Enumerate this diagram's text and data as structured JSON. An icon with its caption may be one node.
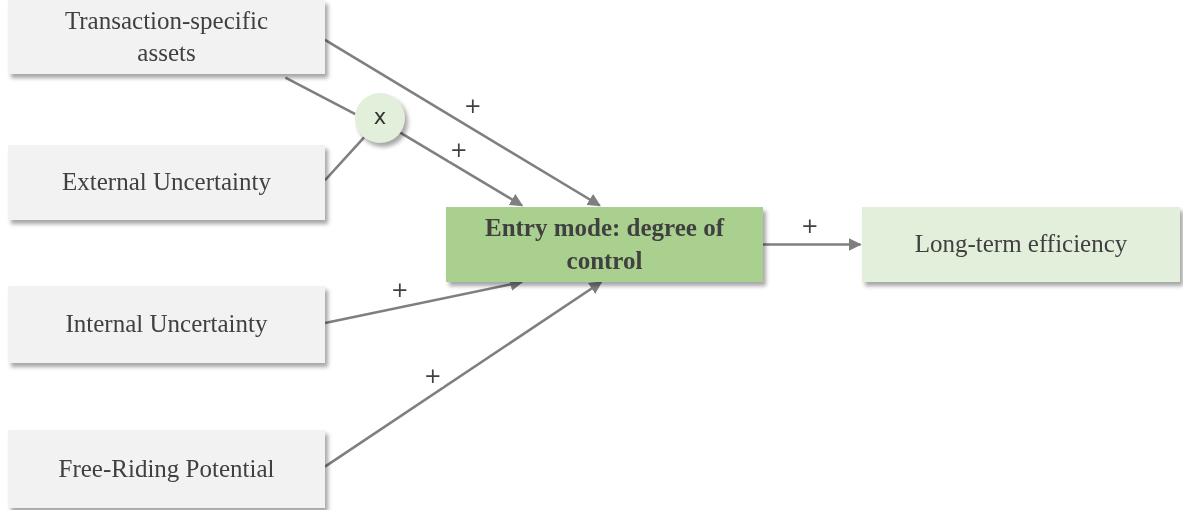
{
  "diagram": {
    "nodes": [
      {
        "text": [
          "Transaction-specific assets"
        ]
      },
      {
        "text": [
          "External Uncertainty"
        ]
      },
      {
        "text": [
          "x"
        ]
      },
      {
        "text": [
          "Entry mode: degree of control"
        ]
      },
      {
        "text": [
          "Long-term efficiency"
        ]
      },
      {
        "text": [
          "Internal Uncertainty"
        ]
      },
      {
        "text": [
          "Free-Riding Potential"
        ]
      }
    ],
    "edges": [
      {
        "from": 0,
        "to": 3,
        "arrow": "to",
        "label": "+"
      },
      {
        "from": 0,
        "to": 2,
        "arrow": "none"
      },
      {
        "from": 1,
        "to": 2,
        "arrow": "none"
      },
      {
        "from": 2,
        "to": 3,
        "arrow": "to",
        "label": "+"
      },
      {
        "from": 3,
        "to": 4,
        "arrow": "to",
        "label": "+"
      },
      {
        "from": 5,
        "to": 3,
        "arrow": "to",
        "label": "+"
      },
      {
        "from": 6,
        "to": 3,
        "arrow": "to",
        "label": "+"
      }
    ]
  }
}
